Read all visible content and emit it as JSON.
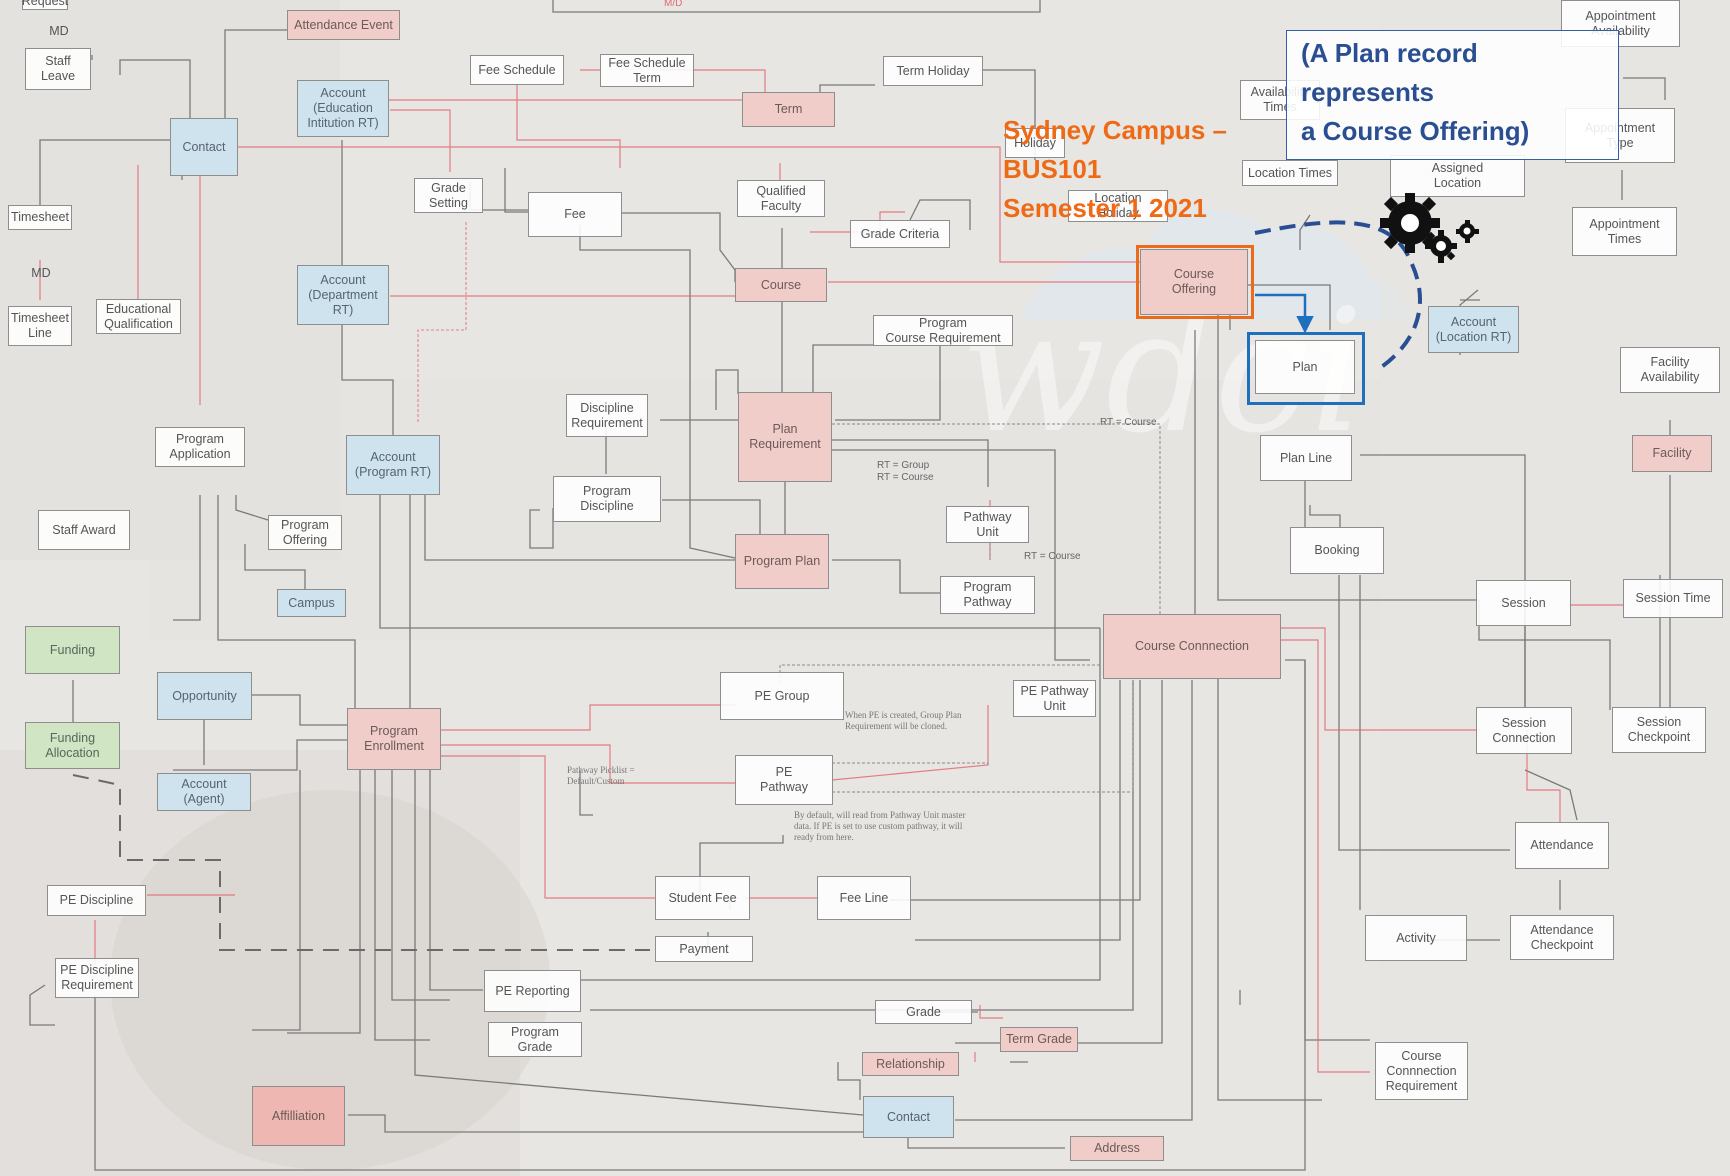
{
  "callouts": {
    "campus": "Sydney Campus –\nBUS101\nSemester 1 2021",
    "plan_record": "(A Plan record\nrepresents\na Course Offering)"
  },
  "watermark": "wdci",
  "colors": {
    "highlight_course_offering": "#ee6a16",
    "highlight_plan": "#1f6fbf",
    "callout_text_blue": "#2a4e92",
    "relation_line": "#6f6f6f",
    "relation_line_pink": "#e06a72"
  },
  "nodes": [
    {
      "id": "request",
      "label": "Request",
      "style": "white"
    },
    {
      "id": "md_top",
      "label": "MD",
      "style": "plain"
    },
    {
      "id": "staff_leave",
      "label": "Staff\nLeave",
      "style": "white"
    },
    {
      "id": "attendance_event",
      "label": "Attendance Event",
      "style": "pink"
    },
    {
      "id": "contact_main",
      "label": "Contact",
      "style": "blue"
    },
    {
      "id": "timesheet",
      "label": "Timesheet",
      "style": "white"
    },
    {
      "id": "md_mid",
      "label": "MD",
      "style": "plain"
    },
    {
      "id": "timesheet_line",
      "label": "Timesheet\nLine",
      "style": "white"
    },
    {
      "id": "educational_qualification",
      "label": "Educational\nQualification",
      "style": "white"
    },
    {
      "id": "account_edu",
      "label": "Account\n(Education\nIntitution RT)",
      "style": "blue"
    },
    {
      "id": "account_dept",
      "label": "Account\n(Department\nRT)",
      "style": "blue"
    },
    {
      "id": "account_program",
      "label": "Account\n(Program RT)",
      "style": "blue"
    },
    {
      "id": "program_application",
      "label": "Program\nApplication",
      "style": "white"
    },
    {
      "id": "staff_award",
      "label": "Staff Award",
      "style": "white"
    },
    {
      "id": "program_offering",
      "label": "Program\nOffering",
      "style": "white"
    },
    {
      "id": "campus",
      "label": "Campus",
      "style": "blue"
    },
    {
      "id": "fee_schedule",
      "label": "Fee Schedule",
      "style": "white"
    },
    {
      "id": "fee_schedule_term",
      "label": "Fee Schedule\nTerm",
      "style": "white"
    },
    {
      "id": "term_holiday",
      "label": "Term Holiday",
      "style": "white"
    },
    {
      "id": "term",
      "label": "Term",
      "style": "pink"
    },
    {
      "id": "grade_setting",
      "label": "Grade\nSetting",
      "style": "white"
    },
    {
      "id": "fee",
      "label": "Fee",
      "style": "white"
    },
    {
      "id": "qualified_faculty",
      "label": "Qualified\nFaculty",
      "style": "white"
    },
    {
      "id": "grade_criteria",
      "label": "Grade Criteria",
      "style": "white"
    },
    {
      "id": "course",
      "label": "Course",
      "style": "pink"
    },
    {
      "id": "program_course_requirement",
      "label": "Program\nCourse Requirement",
      "style": "white"
    },
    {
      "id": "discipline_requirement",
      "label": "Discipline\nRequirement",
      "style": "white"
    },
    {
      "id": "plan_requirement",
      "label": "Plan\nRequirement",
      "style": "pink"
    },
    {
      "id": "program_discipline",
      "label": "Program\nDiscipline",
      "style": "white"
    },
    {
      "id": "pathway_unit",
      "label": "Pathway\nUnit",
      "style": "white"
    },
    {
      "id": "program_plan",
      "label": "Program Plan",
      "style": "pink"
    },
    {
      "id": "program_pathway",
      "label": "Program\nPathway",
      "style": "white"
    },
    {
      "id": "holiday",
      "label": "Holiday",
      "style": "white"
    },
    {
      "id": "location_holiday",
      "label": "Location\nHoliday",
      "style": "white"
    },
    {
      "id": "availability_times",
      "label": "Availability\nTimes",
      "style": "white"
    },
    {
      "id": "location_times",
      "label": "Location Times",
      "style": "white"
    },
    {
      "id": "assigned_location",
      "label": "Assigned\nLocation",
      "style": "white"
    },
    {
      "id": "course_offering",
      "label": "Course\nOffering",
      "style": "pink"
    },
    {
      "id": "plan",
      "label": "Plan",
      "style": "white"
    },
    {
      "id": "account_location",
      "label": "Account\n(Location RT)",
      "style": "blue"
    },
    {
      "id": "appointment_availability",
      "label": "Appointment\nAvailability",
      "style": "white"
    },
    {
      "id": "appointment_type",
      "label": "Appointment\nType",
      "style": "white"
    },
    {
      "id": "appointment_times",
      "label": "Appointment\nTimes",
      "style": "white"
    },
    {
      "id": "facility_availability",
      "label": "Facility\nAvailability",
      "style": "white"
    },
    {
      "id": "facility",
      "label": "Facility",
      "style": "pink"
    },
    {
      "id": "plan_line",
      "label": "Plan Line",
      "style": "white"
    },
    {
      "id": "booking",
      "label": "Booking",
      "style": "white"
    },
    {
      "id": "session",
      "label": "Session",
      "style": "white"
    },
    {
      "id": "session_time",
      "label": "Session Time",
      "style": "white"
    },
    {
      "id": "course_connection",
      "label": "Course Connnection",
      "style": "pink"
    },
    {
      "id": "session_connection",
      "label": "Session\nConnection",
      "style": "white"
    },
    {
      "id": "session_checkpoint",
      "label": "Session\nCheckpoint",
      "style": "white"
    },
    {
      "id": "attendance",
      "label": "Attendance",
      "style": "white"
    },
    {
      "id": "activity",
      "label": "Activity",
      "style": "white"
    },
    {
      "id": "attendance_checkpoint",
      "label": "Attendance\nCheckpoint",
      "style": "white"
    },
    {
      "id": "funding",
      "label": "Funding",
      "style": "green"
    },
    {
      "id": "funding_allocation",
      "label": "Funding\nAllocation",
      "style": "green"
    },
    {
      "id": "opportunity",
      "label": "Opportunity",
      "style": "blue"
    },
    {
      "id": "account_agent",
      "label": "Account\n(Agent)",
      "style": "blue"
    },
    {
      "id": "program_enrollment",
      "label": "Program\nEnrollment",
      "style": "pink"
    },
    {
      "id": "pe_group",
      "label": "PE Group",
      "style": "white"
    },
    {
      "id": "pe_pathway_unit",
      "label": "PE Pathway\nUnit",
      "style": "white"
    },
    {
      "id": "pe_pathway",
      "label": "PE\nPathway",
      "style": "white"
    },
    {
      "id": "pe_discipline",
      "label": "PE Discipline",
      "style": "white"
    },
    {
      "id": "pe_discipline_requirement",
      "label": "PE Discipline\nRequirement",
      "style": "white"
    },
    {
      "id": "student_fee",
      "label": "Student Fee",
      "style": "white"
    },
    {
      "id": "fee_line",
      "label": "Fee Line",
      "style": "white"
    },
    {
      "id": "payment",
      "label": "Payment",
      "style": "white"
    },
    {
      "id": "pe_reporting",
      "label": "PE Reporting",
      "style": "white"
    },
    {
      "id": "grade",
      "label": "Grade",
      "style": "white"
    },
    {
      "id": "term_grade",
      "label": "Term Grade",
      "style": "pink"
    },
    {
      "id": "program_grade",
      "label": "Program\nGrade",
      "style": "white"
    },
    {
      "id": "relationship",
      "label": "Relationship",
      "style": "pink"
    },
    {
      "id": "course_connection_requirement",
      "label": "Course\nConnnection\nRequirement",
      "style": "white"
    },
    {
      "id": "affiliation",
      "label": "Affilliation",
      "style": "salmon"
    },
    {
      "id": "contact_bottom",
      "label": "Contact",
      "style": "blue"
    },
    {
      "id": "address",
      "label": "Address",
      "style": "pink"
    }
  ],
  "edge_labels": [
    {
      "id": "rt_course_top",
      "text": "RT = Course"
    },
    {
      "id": "rt_group_course",
      "text": "RT = Group\nRT = Course"
    },
    {
      "id": "rt_course_mid",
      "text": "RT = Course"
    },
    {
      "id": "md_top_center",
      "text": "M/D"
    }
  ],
  "notes": [
    {
      "id": "note_pe_group",
      "text": "When PE is created, Group Plan\nRequirement will be cloned."
    },
    {
      "id": "note_pathway_picklist",
      "text": "Pathway Picklist =\nDefault/Custom"
    },
    {
      "id": "note_pe_pathway",
      "text": "By default, will read from Pathway Unit master\ndata. If PE is set to use custom pathway, it will\nready from here."
    }
  ]
}
